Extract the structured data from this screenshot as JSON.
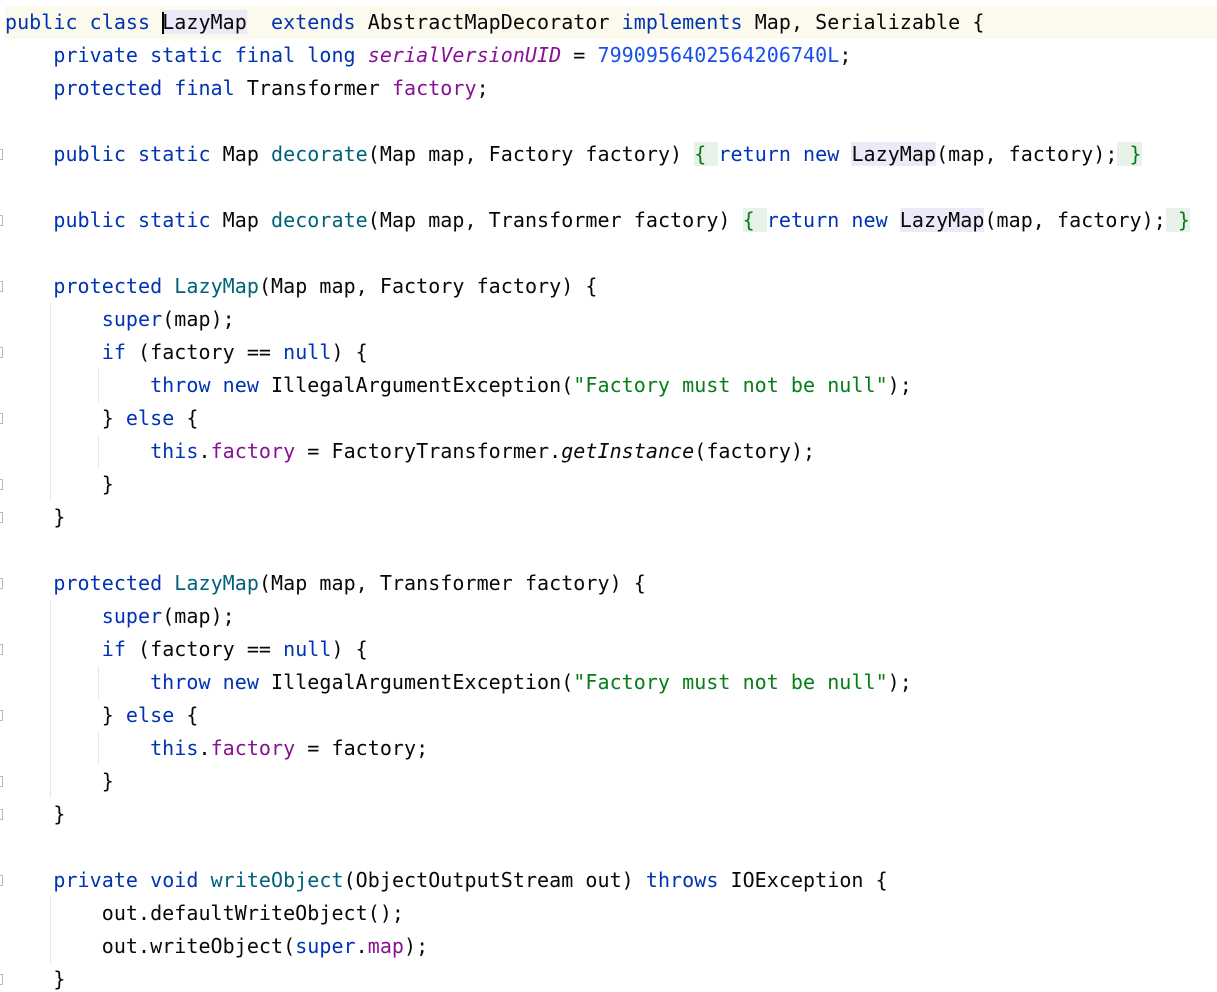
{
  "editor": {
    "caret_line": 0,
    "colors": {
      "keyword": "#0033b3",
      "field": "#871094",
      "number": "#1750eb",
      "string": "#067d17",
      "method": "#00627a",
      "current_line": "#fcfaed",
      "fold_bg": "#e8f2e8",
      "usage_highlight": "#ece9f9"
    },
    "lines": [
      [
        [
          "kw",
          "public class "
        ],
        [
          "caret",
          ""
        ],
        [
          "hl",
          "LazyMap"
        ],
        [
          "",
          "  "
        ],
        [
          "kw",
          "extends "
        ],
        [
          "",
          "AbstractMapDecorator "
        ],
        [
          "kw",
          "implements "
        ],
        [
          "",
          "Map, Serializable {"
        ]
      ],
      [
        [
          "",
          "    "
        ],
        [
          "kw",
          "private static final long "
        ],
        [
          "fldi",
          "serialVersionUID"
        ],
        [
          "",
          " = "
        ],
        [
          "num",
          "7990956402564206740L"
        ],
        [
          "",
          ";"
        ]
      ],
      [
        [
          "",
          "    "
        ],
        [
          "kw",
          "protected final "
        ],
        [
          "",
          "Transformer "
        ],
        [
          "fld",
          "factory"
        ],
        [
          "",
          ";"
        ]
      ],
      [],
      [
        [
          "",
          "    "
        ],
        [
          "kw",
          "public static "
        ],
        [
          "",
          "Map "
        ],
        [
          "mth",
          "decorate"
        ],
        [
          "",
          "(Map map, Factory factory) "
        ],
        [
          "fold",
          "{ "
        ],
        [
          "kw",
          "return new "
        ],
        [
          "hl",
          "LazyMap"
        ],
        [
          "",
          "(map, factory);"
        ],
        [
          "fold",
          " }"
        ]
      ],
      [],
      [
        [
          "",
          "    "
        ],
        [
          "kw",
          "public static "
        ],
        [
          "",
          "Map "
        ],
        [
          "mth",
          "decorate"
        ],
        [
          "",
          "(Map map, Transformer factory) "
        ],
        [
          "fold",
          "{ "
        ],
        [
          "kw",
          "return new "
        ],
        [
          "hl",
          "LazyMap"
        ],
        [
          "",
          "(map, factory);"
        ],
        [
          "fold",
          " }"
        ]
      ],
      [],
      [
        [
          "",
          "    "
        ],
        [
          "kw",
          "protected "
        ],
        [
          "mth",
          "LazyMap"
        ],
        [
          "",
          "(Map map, Factory factory) {"
        ]
      ],
      [
        [
          "",
          "        "
        ],
        [
          "kw",
          "super"
        ],
        [
          "",
          "(map);"
        ]
      ],
      [
        [
          "",
          "        "
        ],
        [
          "kw",
          "if "
        ],
        [
          "",
          "(factory == "
        ],
        [
          "kw",
          "null"
        ],
        [
          "",
          ") {"
        ]
      ],
      [
        [
          "",
          "            "
        ],
        [
          "kw",
          "throw new "
        ],
        [
          "",
          "IllegalArgumentException("
        ],
        [
          "str",
          "\"Factory must not be null\""
        ],
        [
          "",
          ");"
        ]
      ],
      [
        [
          "",
          "        } "
        ],
        [
          "kw",
          "else "
        ],
        [
          "",
          "{"
        ]
      ],
      [
        [
          "",
          "            "
        ],
        [
          "kw",
          "this"
        ],
        [
          "",
          "."
        ],
        [
          "fld",
          "factory"
        ],
        [
          "",
          " = FactoryTransformer."
        ],
        [
          "it",
          "getInstance"
        ],
        [
          "",
          "(factory);"
        ]
      ],
      [
        [
          "",
          "        }"
        ]
      ],
      [
        [
          "",
          "    }"
        ]
      ],
      [],
      [
        [
          "",
          "    "
        ],
        [
          "kw",
          "protected "
        ],
        [
          "mth",
          "LazyMap"
        ],
        [
          "",
          "(Map map, Transformer factory) {"
        ]
      ],
      [
        [
          "",
          "        "
        ],
        [
          "kw",
          "super"
        ],
        [
          "",
          "(map);"
        ]
      ],
      [
        [
          "",
          "        "
        ],
        [
          "kw",
          "if "
        ],
        [
          "",
          "(factory == "
        ],
        [
          "kw",
          "null"
        ],
        [
          "",
          ") {"
        ]
      ],
      [
        [
          "",
          "            "
        ],
        [
          "kw",
          "throw new "
        ],
        [
          "",
          "IllegalArgumentException("
        ],
        [
          "str",
          "\"Factory must not be null\""
        ],
        [
          "",
          ");"
        ]
      ],
      [
        [
          "",
          "        } "
        ],
        [
          "kw",
          "else "
        ],
        [
          "",
          "{"
        ]
      ],
      [
        [
          "",
          "            "
        ],
        [
          "kw",
          "this"
        ],
        [
          "",
          "."
        ],
        [
          "fld",
          "factory"
        ],
        [
          "",
          " = factory;"
        ]
      ],
      [
        [
          "",
          "        }"
        ]
      ],
      [
        [
          "",
          "    }"
        ]
      ],
      [],
      [
        [
          "",
          "    "
        ],
        [
          "kw",
          "private void "
        ],
        [
          "mth",
          "writeObject"
        ],
        [
          "",
          "(ObjectOutputStream out) "
        ],
        [
          "kw",
          "throws "
        ],
        [
          "",
          "IOException {"
        ]
      ],
      [
        [
          "",
          "        out.defaultWriteObject();"
        ]
      ],
      [
        [
          "",
          "        out.writeObject("
        ],
        [
          "kw",
          "super"
        ],
        [
          "",
          "."
        ],
        [
          "fld",
          "map"
        ],
        [
          "",
          ");"
        ]
      ],
      [
        [
          "",
          "    }"
        ]
      ]
    ]
  }
}
